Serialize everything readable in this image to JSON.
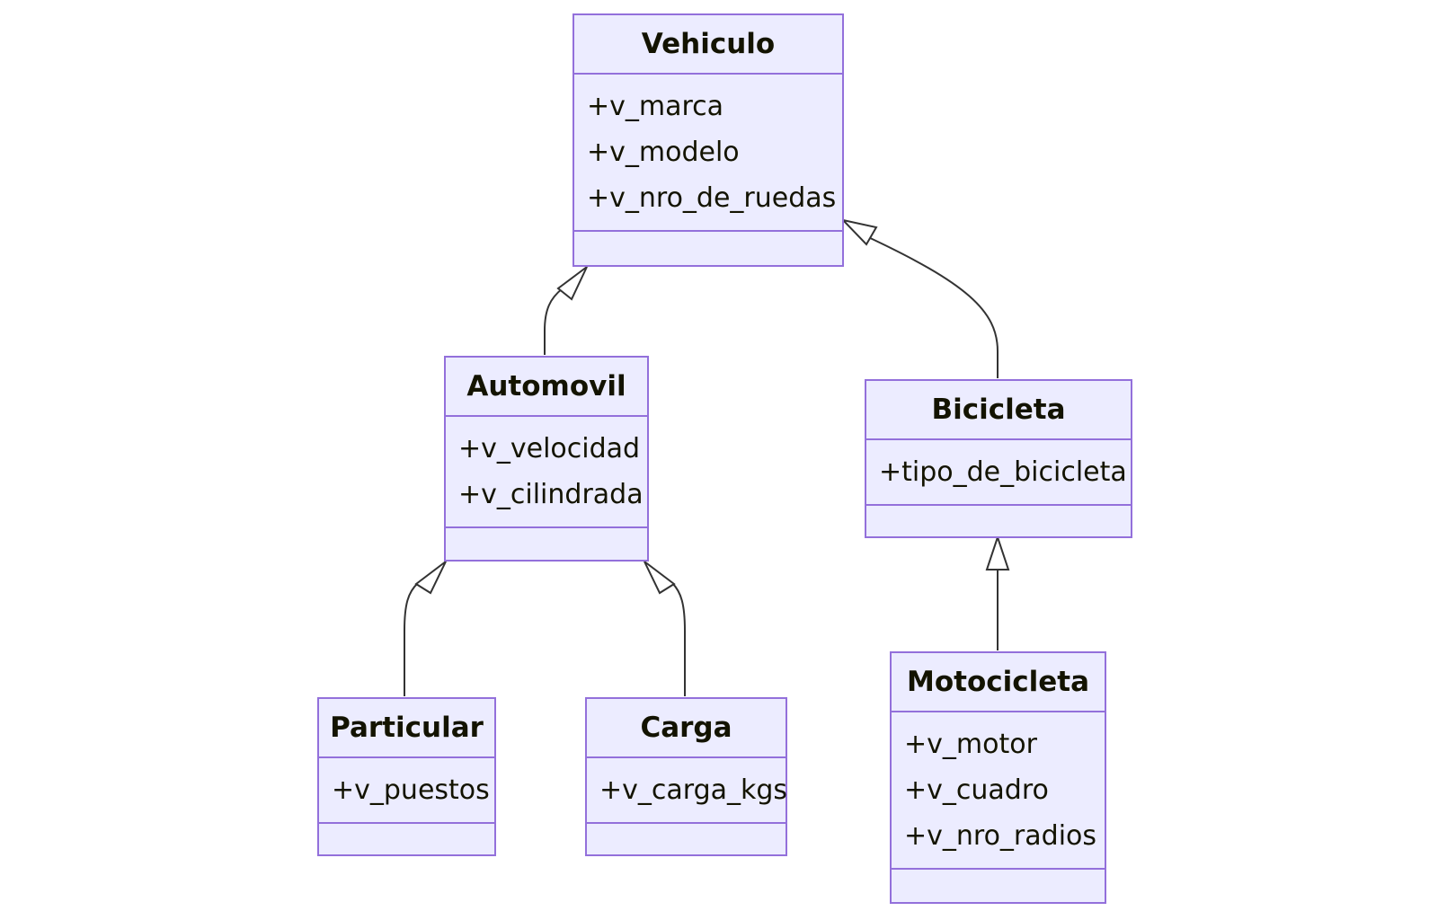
{
  "classes": {
    "vehiculo": {
      "name": "Vehiculo",
      "attributes": [
        "+v_marca",
        "+v_modelo",
        "+v_nro_de_ruedas"
      ]
    },
    "automovil": {
      "name": "Automovil",
      "attributes": [
        "+v_velocidad",
        "+v_cilindrada"
      ]
    },
    "bicicleta": {
      "name": "Bicicleta",
      "attributes": [
        "+tipo_de_bicicleta"
      ]
    },
    "particular": {
      "name": "Particular",
      "attributes": [
        "+v_puestos"
      ]
    },
    "carga": {
      "name": "Carga",
      "attributes": [
        "+v_carga_kgs"
      ]
    },
    "motocicleta": {
      "name": "Motocicleta",
      "attributes": [
        "+v_motor",
        "+v_cuadro",
        "+v_nro_radios"
      ]
    }
  },
  "relationships": [
    {
      "type": "inheritance",
      "from": "Automovil",
      "to": "Vehiculo"
    },
    {
      "type": "inheritance",
      "from": "Bicicleta",
      "to": "Vehiculo"
    },
    {
      "type": "inheritance",
      "from": "Particular",
      "to": "Automovil"
    },
    {
      "type": "inheritance",
      "from": "Carga",
      "to": "Automovil"
    },
    {
      "type": "inheritance",
      "from": "Motocicleta",
      "to": "Bicicleta"
    }
  ],
  "colors": {
    "box_fill": "#ececff",
    "box_border": "#9370db",
    "text": "#131300",
    "edge": "#333333"
  }
}
